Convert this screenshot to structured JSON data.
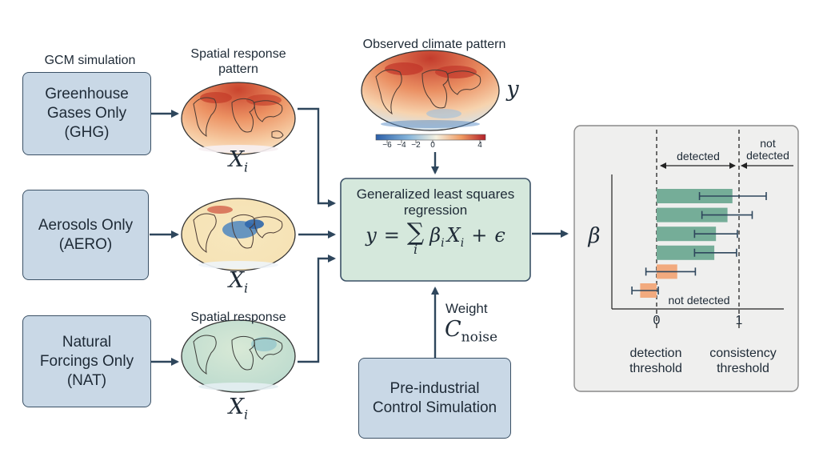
{
  "colors": {
    "input_box": "#c9d8e6",
    "regression_box": "#d5e8dc",
    "panel_bg": "#efefee",
    "arrow": "#2e465c",
    "bar_detected": "#75ad98",
    "bar_not_detected": "#f2aa7e",
    "warm": "#c2402b",
    "cool": "#2e6fb5"
  },
  "left_column": {
    "header": "GCM simulation",
    "boxes": [
      {
        "id": "ghg",
        "label": "Greenhouse\nGases Only\n(GHG)"
      },
      {
        "id": "aero",
        "label": "Aerosols Only\n(AERO)"
      },
      {
        "id": "nat",
        "label": "Natural\nForcings Only\n(NAT)"
      }
    ]
  },
  "maps": {
    "top_header": "Spatial response\npattern",
    "bottom_header": "Spatial response",
    "symbol": "X",
    "subscript": "i"
  },
  "observed": {
    "title": "Observed climate pattern",
    "symbol": "y",
    "colorbar_ticks": [
      "−6",
      "−4",
      "−2",
      "0",
      "4"
    ]
  },
  "regression": {
    "title": "Generalized least squares\nregression",
    "lhs": "y",
    "equals": "=",
    "sum": "∑",
    "sum_index": "i",
    "beta": "β",
    "beta_sub": "i",
    "x": "X",
    "x_sub": "i",
    "plus": "+",
    "eps": "ϵ"
  },
  "weight": {
    "label": "Weight",
    "symbol": "C",
    "subscript": "noise"
  },
  "control_box": {
    "label": "Pre-industrial\nControl Simulation"
  },
  "result_panel": {
    "beta_symbol": "β",
    "detected_label": "detected",
    "not_detected_top": "not\ndetected",
    "not_detected_inline": "not detected",
    "tick_zero": "0",
    "tick_one": "1",
    "detection_threshold": "detection\nthreshold",
    "consistency_threshold": "consistency\nthreshold"
  },
  "chart_data": {
    "type": "bar",
    "orientation": "horizontal",
    "x_ticks": [
      0,
      1
    ],
    "xlim": [
      -0.55,
      1.55
    ],
    "grid": false,
    "thresholds": [
      0,
      1
    ],
    "series": [
      {
        "values": [
          0.92,
          0.86,
          0.72,
          0.7
        ],
        "ci_low": [
          0.52,
          0.55,
          0.46,
          0.46
        ],
        "ci_high": [
          1.33,
          1.16,
          0.98,
          0.97
        ],
        "status": "detected"
      },
      {
        "values": [
          0.25,
          -0.2
        ],
        "ci_low": [
          -0.13,
          -0.3
        ],
        "ci_high": [
          0.47,
          0.02
        ],
        "status": "not detected"
      }
    ]
  }
}
